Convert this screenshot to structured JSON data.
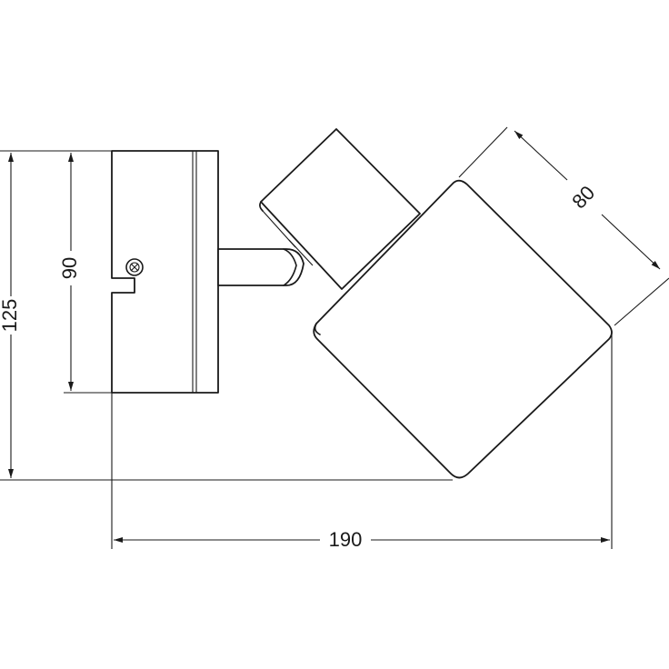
{
  "dimensions": {
    "total_height": "125",
    "base_height": "90",
    "total_width": "190",
    "head_diameter": "80"
  },
  "colors": {
    "line": "#1a1a1a",
    "background": "#ffffff"
  }
}
